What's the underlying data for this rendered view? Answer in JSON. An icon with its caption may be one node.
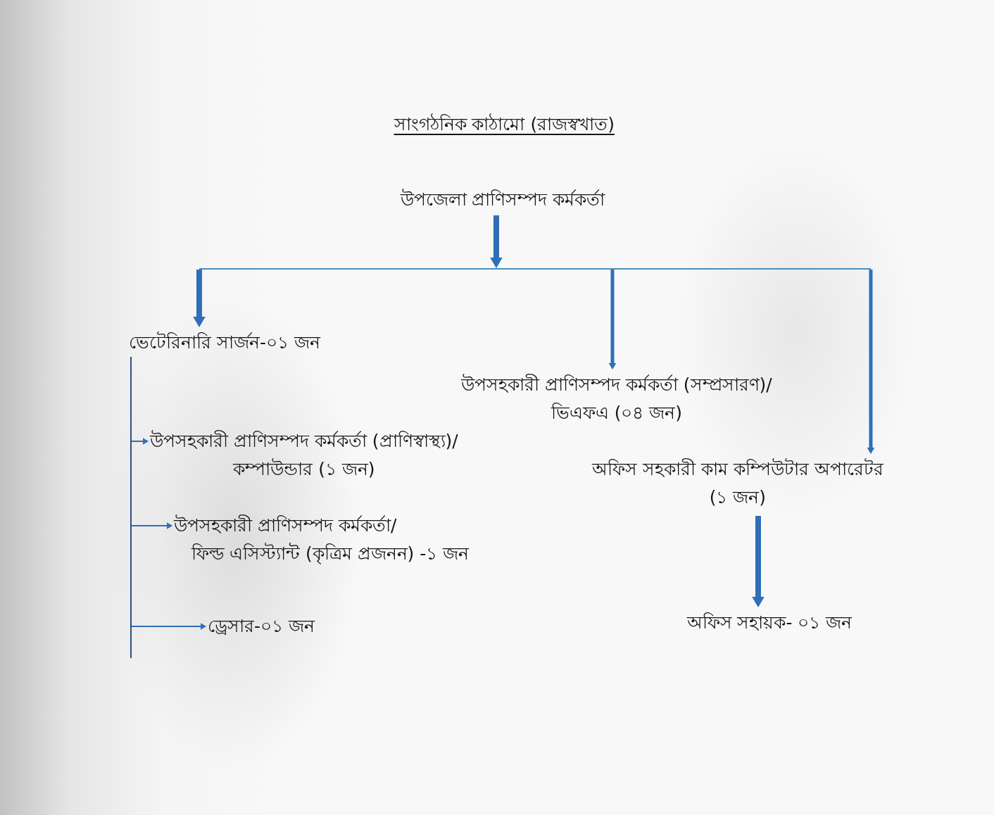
{
  "diagram": {
    "title": "সাংগঠনিক কাঠামো (রাজস্বখাত)",
    "nodes": [
      {
        "text": [
          "উপজেলা প্রাণিসম্পদ কর্মকর্তা"
        ]
      },
      {
        "text": [
          "ভেটেরিনারি সার্জন-০১ জন"
        ]
      },
      {
        "text": [
          "উপসহকারী প্রাণিসম্পদ কর্মকর্তা (সম্প্রসারণ)/ ভিএফএ (০৪ জন)"
        ]
      },
      {
        "text": [
          "অফিস সহকারী কাম কম্পিউটার অপারেটর (১ জন)"
        ]
      },
      {
        "text": [
          "উপসহকারী প্রাণিসম্পদ কর্মকর্তা (প্রাণিস্বাস্থ্য)/ কম্পাউন্ডার (১ জন)"
        ]
      },
      {
        "text": [
          "উপসহকারী প্রাণিসম্পদ কর্মকর্তা/ ফিল্ড এসিস্ট্যান্ট (কৃত্রিম প্রজনন) -১ জন"
        ]
      },
      {
        "text": [
          "ড্রেসার-০১ জন"
        ]
      },
      {
        "text": [
          "অফিস সহায়ক- ০১ জন"
        ]
      }
    ],
    "edges": [
      {
        "from": 0,
        "to": 1,
        "arrow": "to"
      },
      {
        "from": 0,
        "to": 2,
        "arrow": "to"
      },
      {
        "from": 0,
        "to": 3,
        "arrow": "to"
      },
      {
        "from": 1,
        "to": 4,
        "arrow": "to"
      },
      {
        "from": 1,
        "to": 5,
        "arrow": "to"
      },
      {
        "from": 1,
        "to": 6,
        "arrow": "to"
      },
      {
        "from": 3,
        "to": 7,
        "arrow": "to",
        "style": "thick"
      }
    ]
  }
}
